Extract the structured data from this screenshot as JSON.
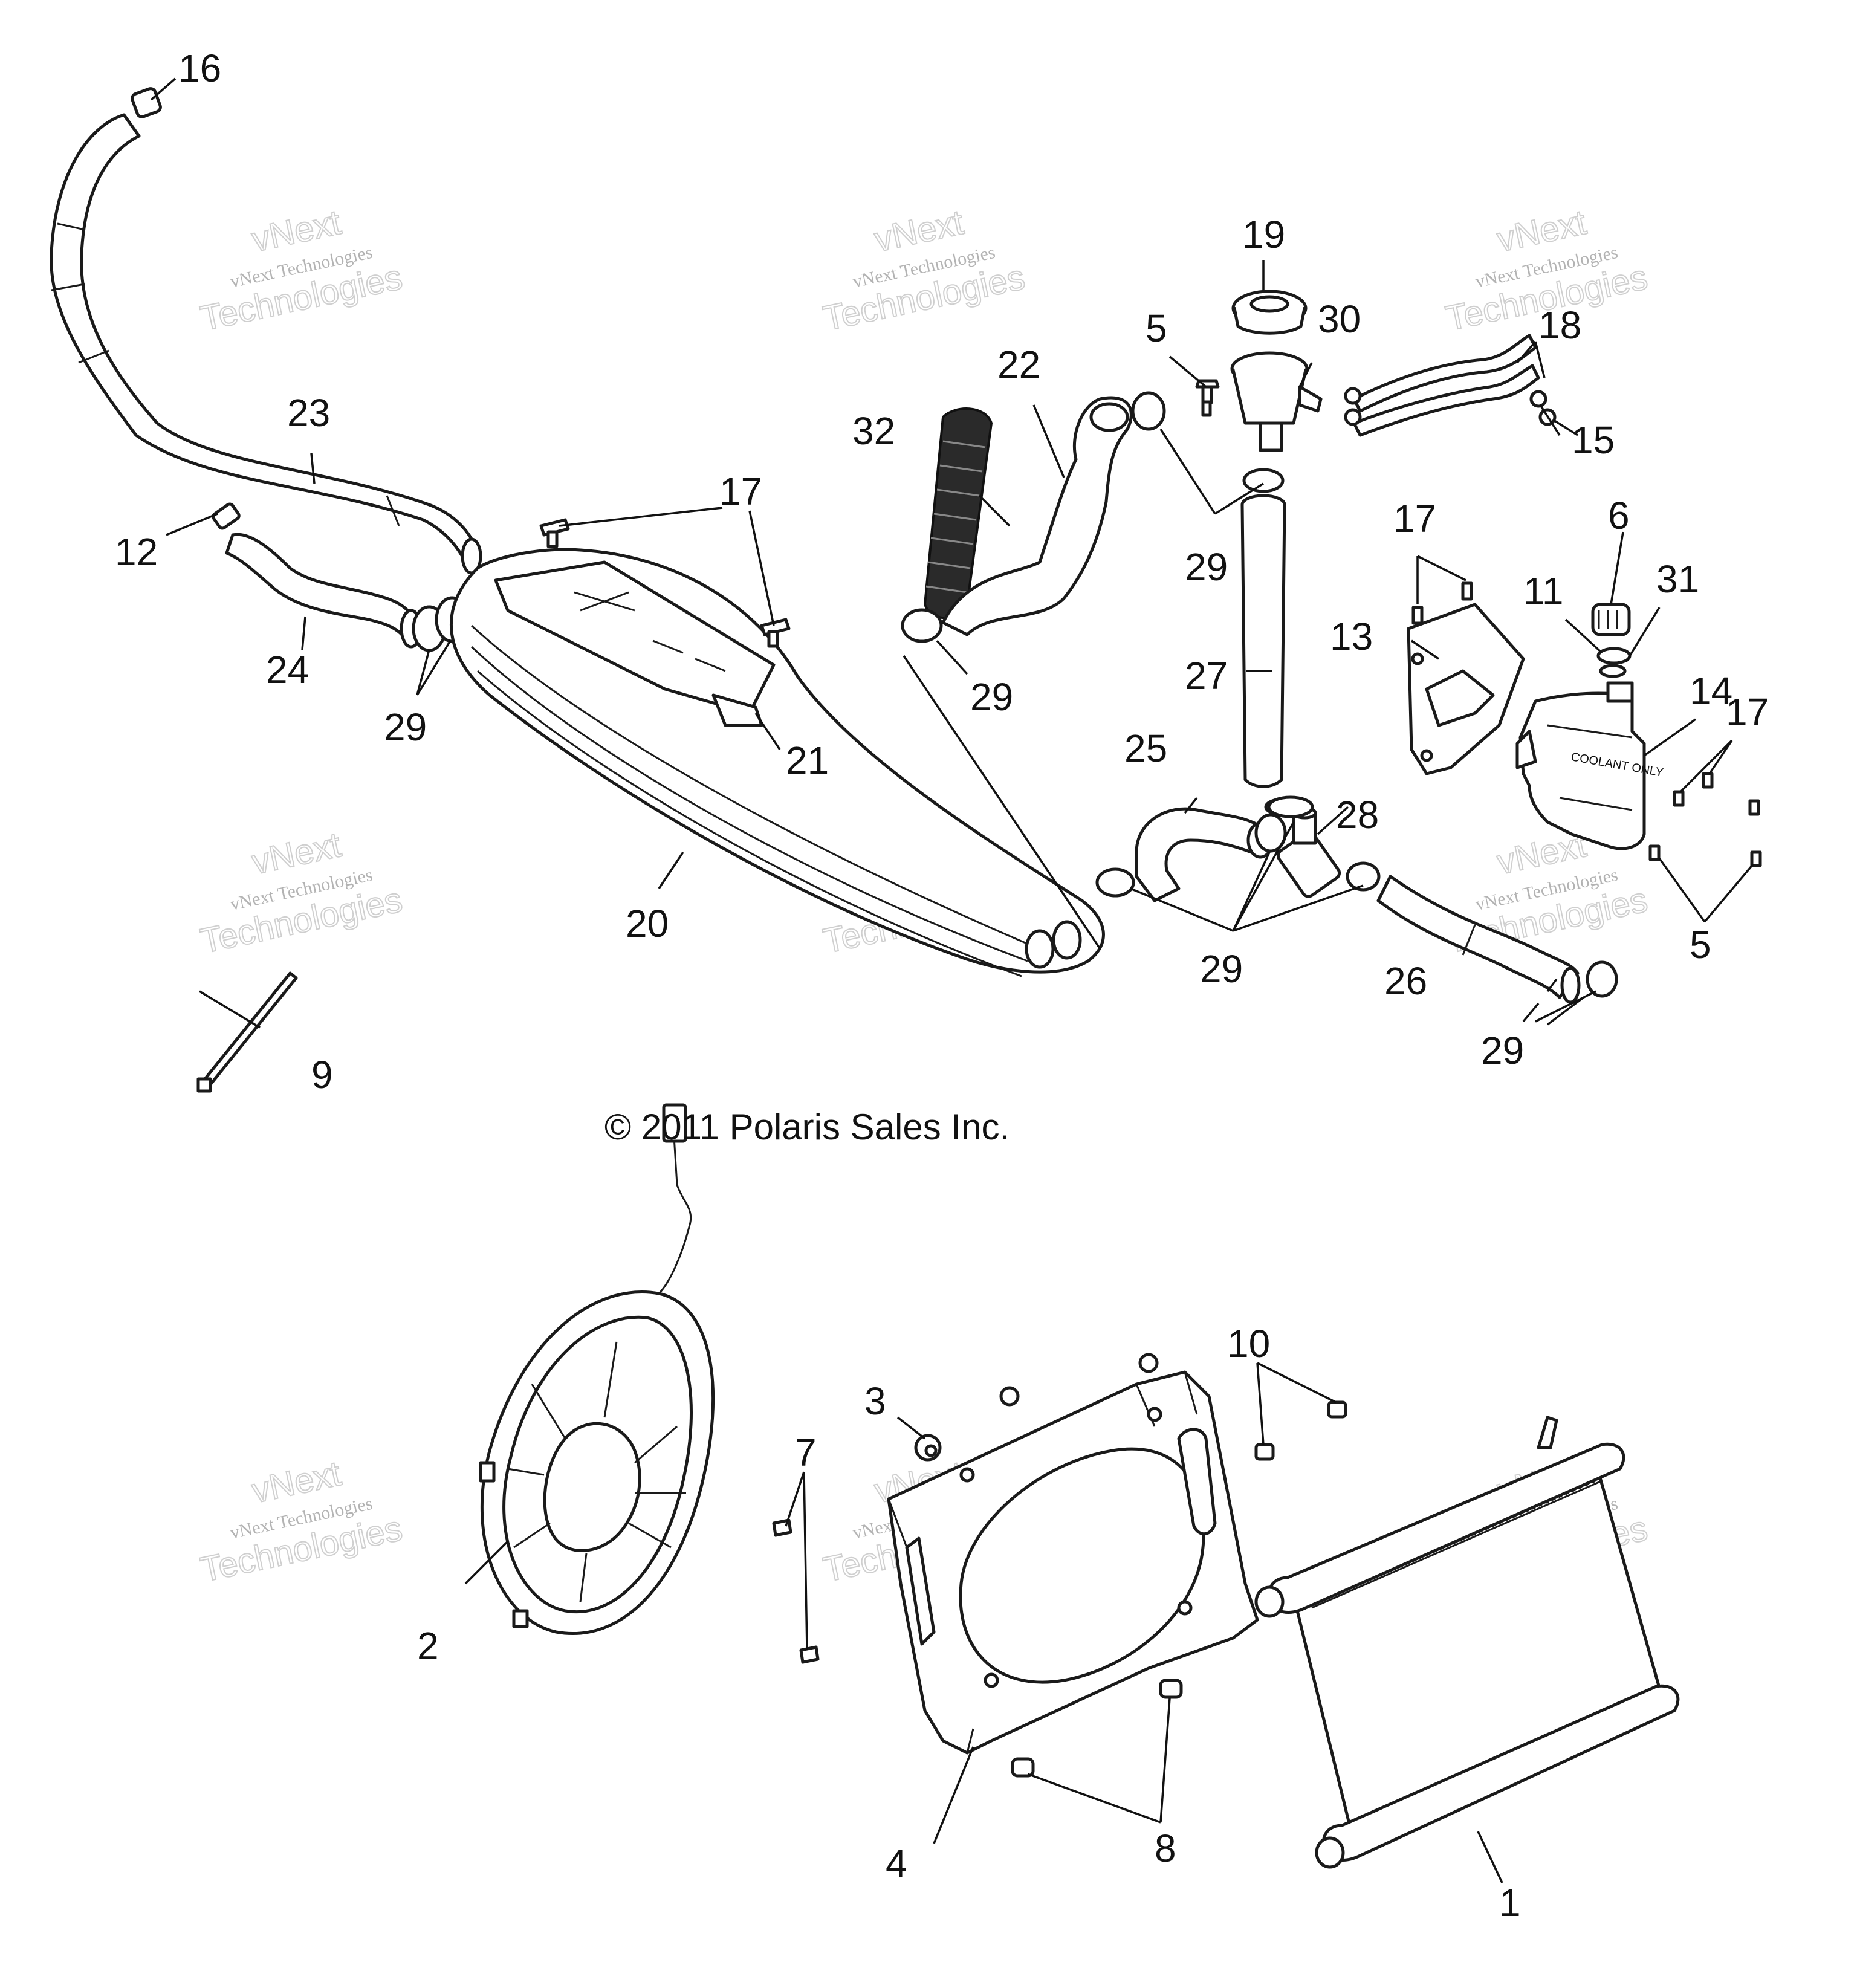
{
  "copyright": "© 2011 Polaris Sales Inc.",
  "watermark": {
    "line1": "vNext Technologies",
    "line2": "vNext",
    "line3": "Technologies"
  },
  "callouts": {
    "c1": "1",
    "c2": "2",
    "c3": "3",
    "c4": "4",
    "c5": "5",
    "c6": "6",
    "c7": "7",
    "c8": "8",
    "c9": "9",
    "c10": "10",
    "c11": "11",
    "c12": "12",
    "c13": "13",
    "c14": "14",
    "c15": "15",
    "c16": "16",
    "c17": "17",
    "c18": "18",
    "c19": "19",
    "c20": "20",
    "c21": "21",
    "c22": "22",
    "c23": "23",
    "c24": "24",
    "c25": "25",
    "c26": "26",
    "c27": "27",
    "c28": "28",
    "c29": "29",
    "c30": "30",
    "c31": "31",
    "c32": "32"
  },
  "tank_labels": {
    "coolant": "COOLANT ONLY"
  }
}
